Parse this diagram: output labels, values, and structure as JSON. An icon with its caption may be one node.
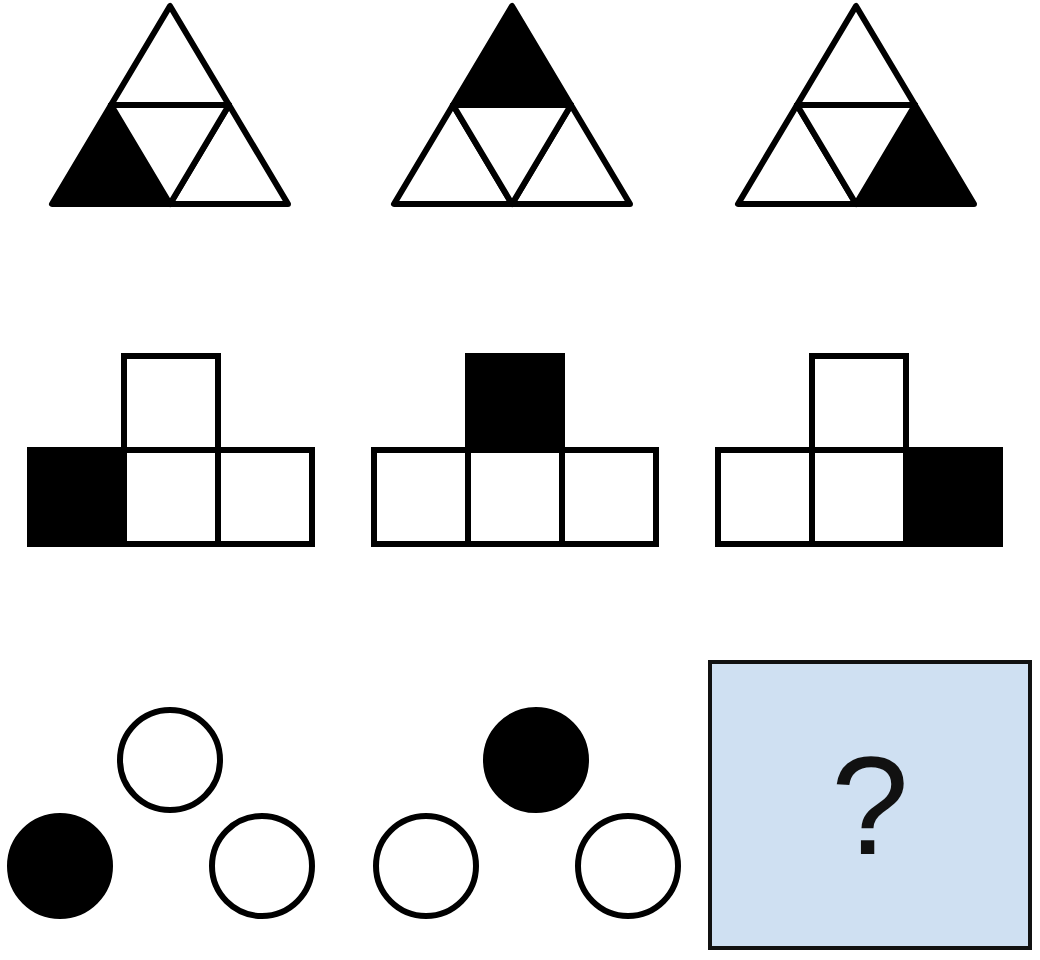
{
  "diagram": {
    "nodes": [
      {
        "text": [],
        "shape": "picture"
      },
      {
        "text": [],
        "shape": "picture"
      },
      {
        "text": [],
        "shape": "picture"
      },
      {
        "text": [],
        "shape": "picture"
      },
      {
        "text": [],
        "shape": "picture"
      },
      {
        "text": [],
        "shape": "picture"
      },
      {
        "text": [],
        "shape": "picture"
      },
      {
        "text": [],
        "shape": "picture"
      },
      {
        "text": [
          "?"
        ]
      }
    ]
  }
}
